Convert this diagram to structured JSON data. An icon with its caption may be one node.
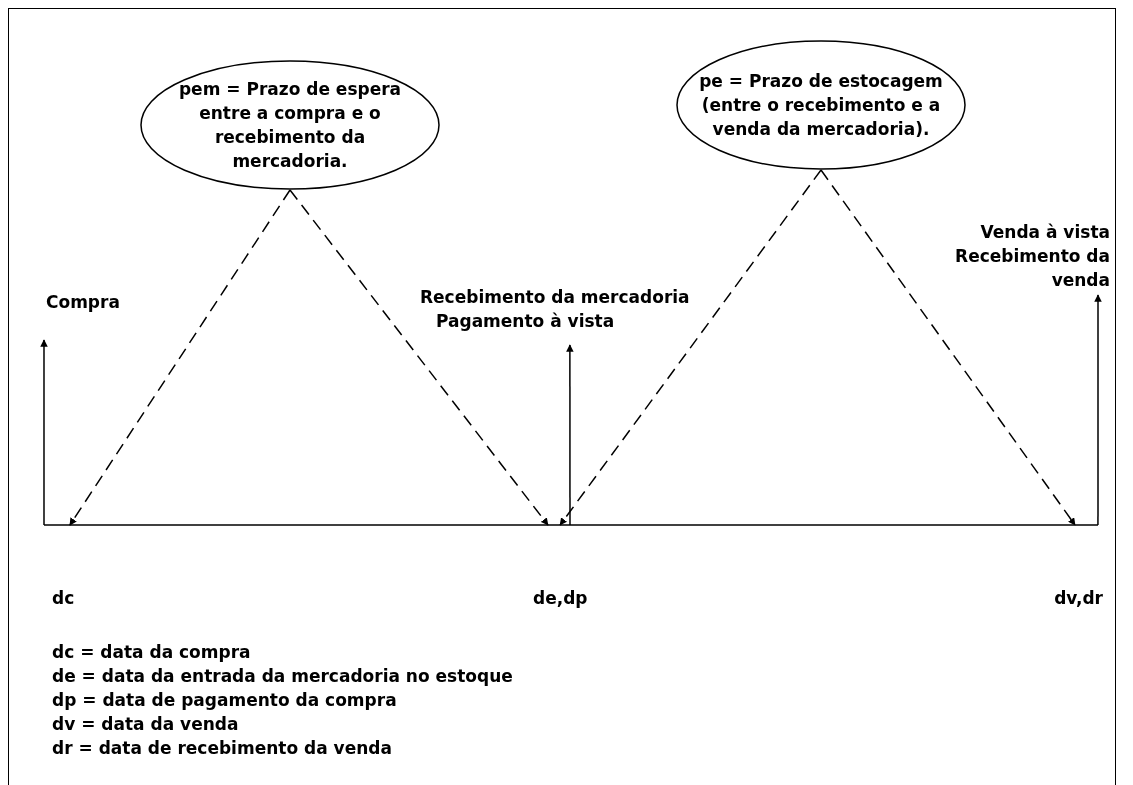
{
  "diagram": {
    "nodes": [
      {
        "text": [
          "pem = Prazo de espera entre a compra e o recebimento da mercadoria."
        ]
      },
      {
        "text": [
          "pe = Prazo de estocagem (entre o recebimento e a venda  da mercadoria)."
        ]
      },
      {
        "text": [
          "Compra"
        ]
      },
      {
        "text": [
          "Recebimento da mercadoria",
          "Pagamento à vista"
        ]
      },
      {
        "text": [
          "Venda à vista",
          "Recebimento da venda"
        ]
      },
      {
        "text": [
          "dc"
        ]
      },
      {
        "text": [
          "de,dp"
        ]
      },
      {
        "text": [
          "dv,dr"
        ]
      }
    ],
    "edges": [
      {
        "from": 0,
        "to": 5,
        "arrow": "to",
        "style": "dashed"
      },
      {
        "from": 0,
        "to": 6,
        "arrow": "to",
        "style": "dashed"
      },
      {
        "from": 1,
        "to": 6,
        "arrow": "to",
        "style": "dashed"
      },
      {
        "from": 1,
        "to": 7,
        "arrow": "to",
        "style": "dashed"
      },
      {
        "from": 5,
        "to": 2,
        "arrow": "to"
      },
      {
        "from": 6,
        "to": 3,
        "arrow": "to"
      },
      {
        "from": 7,
        "to": 4,
        "arrow": "to"
      },
      {
        "from": 5,
        "to": 6,
        "arrow": "none"
      },
      {
        "from": 6,
        "to": 7,
        "arrow": "none"
      }
    ],
    "labels": [
      "dc = data da compra",
      "de = data da entrada da mercadoria no estoque",
      "dp = data de pagamento da compra",
      "dv = data da venda",
      "dr = data de recebimento da venda"
    ]
  }
}
